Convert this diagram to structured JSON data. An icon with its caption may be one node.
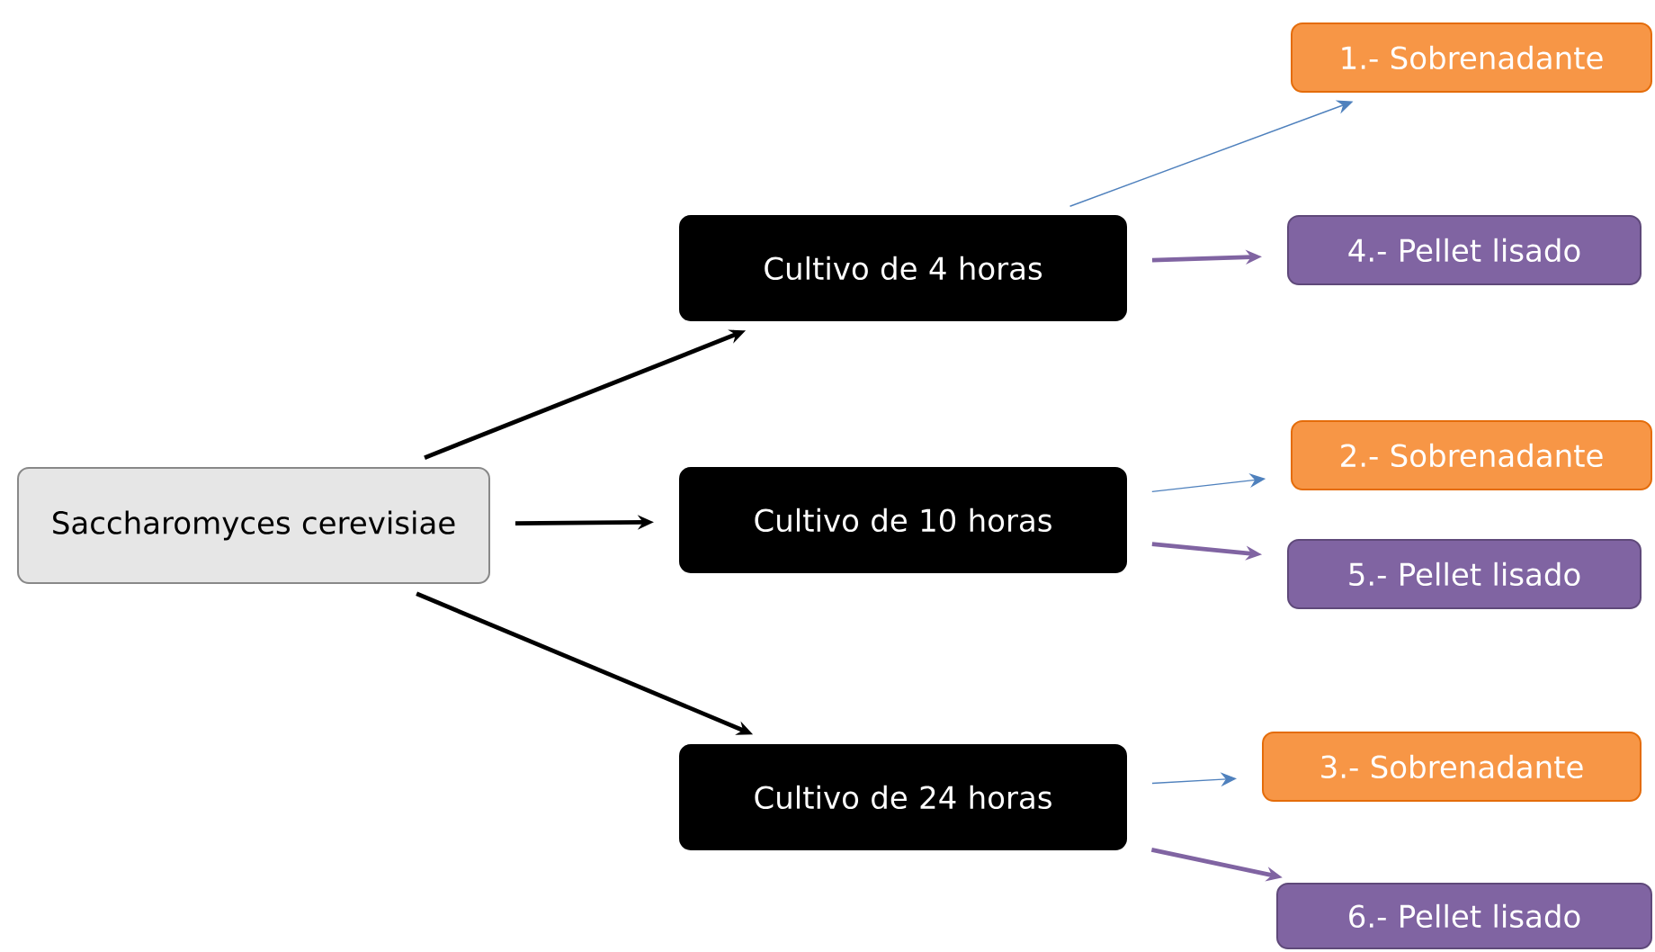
{
  "diagram": {
    "nodes": [
      {
        "text": [
          "Saccharomyces cerevisiae"
        ]
      },
      {
        "text": [
          "Cultivo de 4 horas"
        ]
      },
      {
        "text": [
          "Cultivo de 10 horas"
        ]
      },
      {
        "text": [
          "Cultivo de 24 horas"
        ]
      },
      {
        "text": [
          "1.- Sobrenadante"
        ]
      },
      {
        "text": [
          "4.- Pellet lisado"
        ]
      },
      {
        "text": [
          "2.- Sobrenadante"
        ]
      },
      {
        "text": [
          "5.- Pellet lisado"
        ]
      },
      {
        "text": [
          "3.- Sobrenadante"
        ]
      },
      {
        "text": [
          "6.- Pellet lisado"
        ]
      }
    ],
    "edges": [
      {
        "from": 0,
        "to": 1,
        "arrow": "to",
        "color": "#000000"
      },
      {
        "from": 0,
        "to": 2,
        "arrow": "to",
        "color": "#000000"
      },
      {
        "from": 0,
        "to": 3,
        "arrow": "to",
        "color": "#000000"
      },
      {
        "from": 1,
        "to": 4,
        "arrow": "to",
        "color": "#4f81bd"
      },
      {
        "from": 1,
        "to": 5,
        "arrow": "to",
        "color": "#8064a2"
      },
      {
        "from": 2,
        "to": 6,
        "arrow": "to",
        "color": "#4f81bd"
      },
      {
        "from": 2,
        "to": 7,
        "arrow": "to",
        "color": "#8064a2"
      },
      {
        "from": 3,
        "to": 8,
        "arrow": "to",
        "color": "#4f81bd"
      },
      {
        "from": 3,
        "to": 9,
        "arrow": "to",
        "color": "#8064a2"
      }
    ]
  }
}
